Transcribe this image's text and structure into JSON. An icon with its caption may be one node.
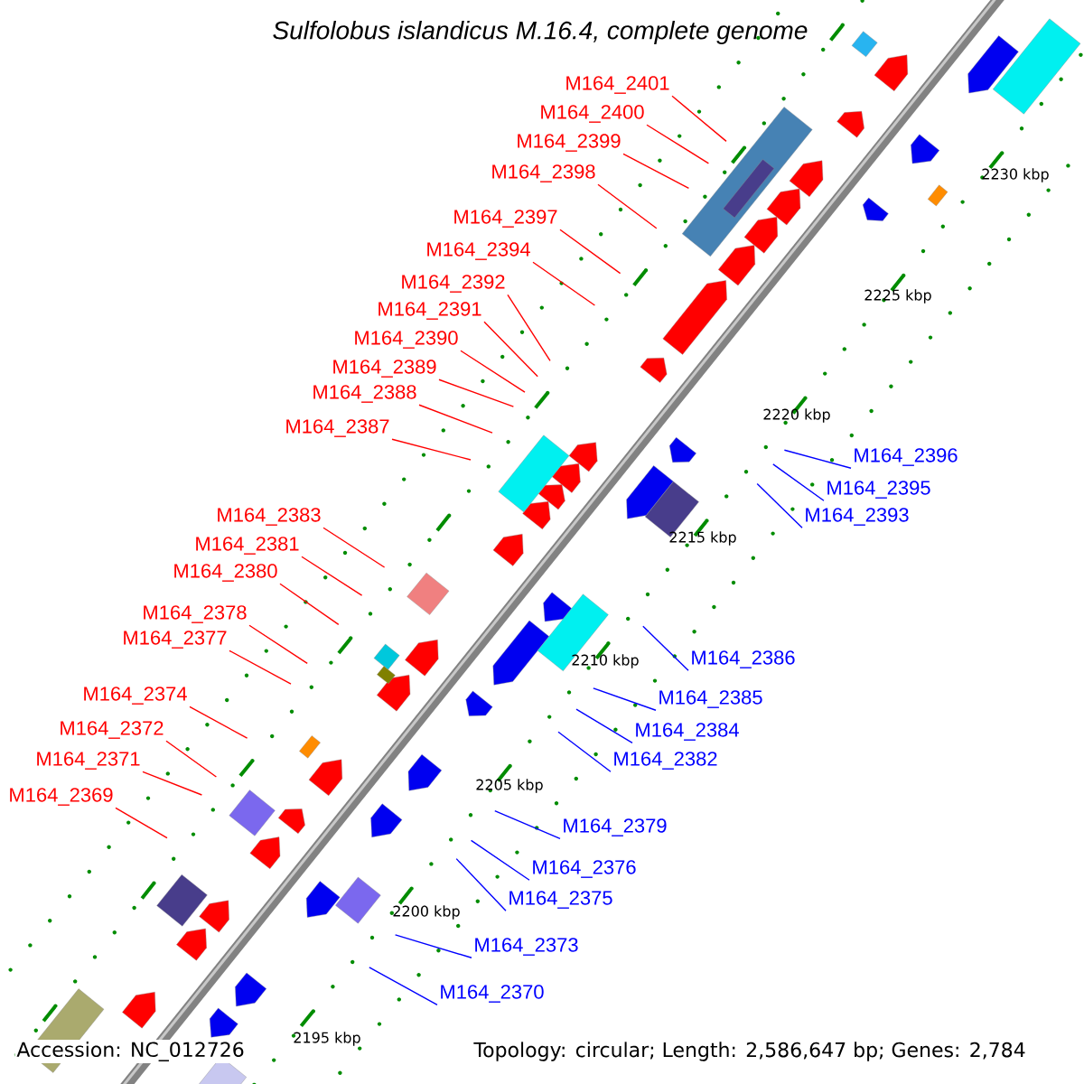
{
  "diagram": {
    "title": "Sulfolobus islandicus M.16.4, complete genome",
    "nodes": [
      {
        "text": [
          "M164_2401"
        ]
      },
      {
        "text": [
          "M164_2400"
        ]
      },
      {
        "text": [
          "M164_2399"
        ]
      },
      {
        "text": [
          "M164_2398"
        ]
      },
      {
        "text": [
          "M164_2397"
        ]
      },
      {
        "text": [
          "M164_2394"
        ]
      },
      {
        "text": [
          "M164_2392"
        ]
      },
      {
        "text": [
          "M164_2391"
        ]
      },
      {
        "text": [
          "M164_2390"
        ]
      },
      {
        "text": [
          "M164_2389"
        ]
      },
      {
        "text": [
          "M164_2388"
        ]
      },
      {
        "text": [
          "M164_2387"
        ]
      },
      {
        "text": [
          "M164_2396"
        ]
      },
      {
        "text": [
          "M164_2395"
        ]
      },
      {
        "text": [
          "M164_2393"
        ]
      },
      {
        "text": [
          "M164_2383"
        ]
      },
      {
        "text": [
          "M164_2381"
        ]
      },
      {
        "text": [
          "M164_2380"
        ]
      },
      {
        "text": [
          "M164_2378"
        ]
      },
      {
        "text": [
          "M164_2377"
        ]
      },
      {
        "text": [
          "M164_2386"
        ]
      },
      {
        "text": [
          "M164_2374"
        ]
      },
      {
        "text": [
          "M164_2385"
        ]
      },
      {
        "text": [
          "M164_2372"
        ]
      },
      {
        "text": [
          "M164_2384"
        ]
      },
      {
        "text": [
          "M164_2371"
        ]
      },
      {
        "text": [
          "M164_2382"
        ]
      },
      {
        "text": [
          "M164_2369"
        ]
      },
      {
        "text": [
          "M164_2379"
        ]
      },
      {
        "text": [
          "M164_2376"
        ]
      },
      {
        "text": [
          "M164_2375"
        ]
      },
      {
        "text": [
          "M164_2373"
        ]
      },
      {
        "text": [
          "M164_2370"
        ]
      }
    ],
    "edges": [
      {
        "from": 0,
        "to": null,
        "arrow": "none"
      },
      {
        "from": 1,
        "to": null,
        "arrow": "none"
      },
      {
        "from": 2,
        "to": null,
        "arrow": "none"
      },
      {
        "from": 3,
        "to": null,
        "arrow": "none"
      },
      {
        "from": 4,
        "to": null,
        "arrow": "none"
      },
      {
        "from": 5,
        "to": null,
        "arrow": "none"
      },
      {
        "from": 6,
        "to": null,
        "arrow": "none"
      },
      {
        "from": 7,
        "to": null,
        "arrow": "none"
      },
      {
        "from": 8,
        "to": null,
        "arrow": "none"
      },
      {
        "from": 9,
        "to": null,
        "arrow": "none"
      },
      {
        "from": 10,
        "to": null,
        "arrow": "none"
      },
      {
        "from": 11,
        "to": null,
        "arrow": "none"
      },
      {
        "from": 12,
        "to": null,
        "arrow": "none",
        "color": "#0000ff"
      },
      {
        "from": 13,
        "to": null,
        "arrow": "none",
        "color": "#0000ff"
      },
      {
        "from": 14,
        "to": null,
        "arrow": "none",
        "color": "#0000ff"
      },
      {
        "from": 15,
        "to": null,
        "arrow": "none"
      },
      {
        "from": 16,
        "to": null,
        "arrow": "none"
      },
      {
        "from": 17,
        "to": null,
        "arrow": "none"
      },
      {
        "from": 18,
        "to": null,
        "arrow": "none"
      },
      {
        "from": 19,
        "to": null,
        "arrow": "none"
      },
      {
        "from": 20,
        "to": null,
        "arrow": "none",
        "color": "#0000ff"
      },
      {
        "from": 21,
        "to": null,
        "arrow": "none"
      },
      {
        "from": 22,
        "to": null,
        "arrow": "none",
        "color": "#0000ff"
      },
      {
        "from": 23,
        "to": null,
        "arrow": "none"
      },
      {
        "from": 24,
        "to": null,
        "arrow": "none",
        "color": "#0000ff"
      },
      {
        "from": 25,
        "to": null,
        "arrow": "none"
      },
      {
        "from": 26,
        "to": null,
        "arrow": "none",
        "color": "#0000ff"
      },
      {
        "from": 27,
        "to": null,
        "arrow": "none"
      },
      {
        "from": 28,
        "to": null,
        "arrow": "none",
        "color": "#0000ff"
      },
      {
        "from": 29,
        "to": null,
        "arrow": "none",
        "color": "#0000ff"
      },
      {
        "from": 30,
        "to": null,
        "arrow": "none",
        "color": "#0000ff"
      },
      {
        "from": 31,
        "to": null,
        "arrow": "none",
        "color": "#0000ff"
      },
      {
        "from": 32,
        "to": null,
        "arrow": "none",
        "color": "#0000ff"
      }
    ],
    "labels": [
      "2230 kbp",
      "2225 kbp",
      "2220 kbp",
      "2215 kbp",
      "2210 kbp",
      "2205 kbp",
      "2200 kbp",
      "2195 kbp",
      "Accession: NC_012726",
      "Topology: circular; Length: 2,586,647 bp; Genes: 2,784"
    ]
  }
}
